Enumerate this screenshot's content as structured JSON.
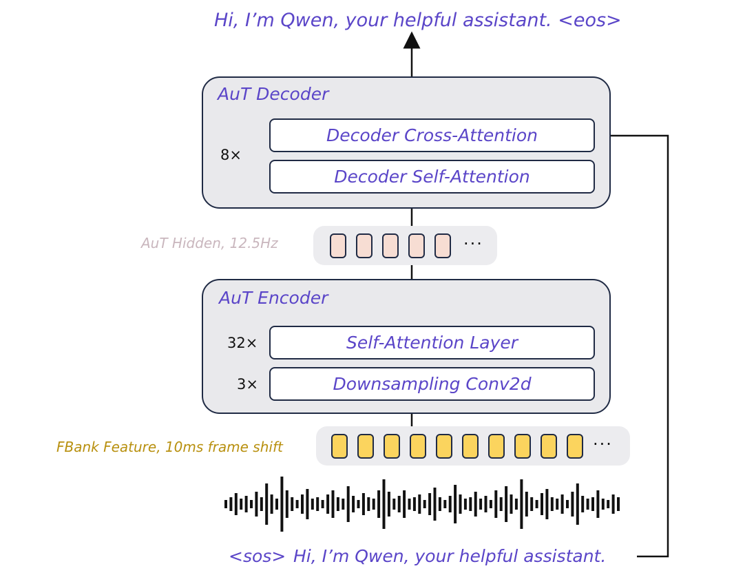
{
  "output_text": "Hi, I’m Qwen, your helpful assistant. <eos>",
  "decoder": {
    "title": "AuT Decoder",
    "repeat": "8×",
    "cross_attention": "Decoder Cross-Attention",
    "self_attention": "Decoder Self-Attention"
  },
  "hidden": {
    "label": "AuT Hidden, 12.5Hz",
    "token_count": 5,
    "ellipsis": "···",
    "label_color": "#c9b6bd",
    "token_fill": "#f7ddd3"
  },
  "encoder": {
    "title": "AuT Encoder",
    "self_attention_repeat": "32×",
    "self_attention": "Self-Attention Layer",
    "conv_repeat": "3×",
    "conv": "Downsampling Conv2d"
  },
  "fbank": {
    "label": "FBank Feature, 10ms frame shift",
    "token_count": 10,
    "ellipsis": "···",
    "label_color": "#b8900f",
    "token_fill": "#fbd45e"
  },
  "input_text": {
    "sos": "<sos>",
    "text": "Hi, I’m Qwen, your helpful assistant."
  },
  "colors": {
    "accent": "#5a45c8",
    "outline": "#1f2a44",
    "panel": "#e9e9ec"
  }
}
